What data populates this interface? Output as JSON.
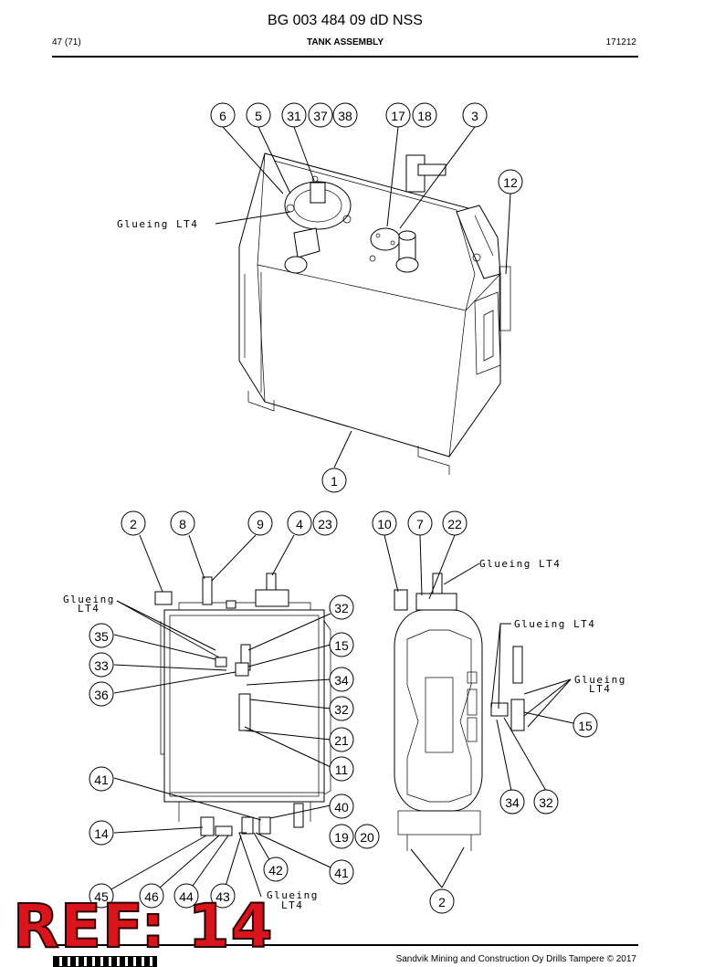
{
  "header": {
    "doc_number": "BG 003 484 09 dD NSS",
    "page": "47 (71)",
    "section_title": "TANK ASSEMBLY",
    "date_code": "171212"
  },
  "footer": {
    "copyright": "Sandvik Mining and Construction Oy Drills Tampere © 2017"
  },
  "stamp": {
    "text": "REF: 14",
    "color": "#d9141b"
  },
  "notes": {
    "glueing": "Glueing LT4",
    "glueing_line1": "Glueing",
    "glueing_line2": "LT4"
  },
  "callouts": {
    "top_view": [
      "6",
      "5",
      "31",
      "37",
      "38",
      "17",
      "18",
      "3",
      "12",
      "1"
    ],
    "front_view": [
      "2",
      "8",
      "9",
      "4",
      "23",
      "32",
      "35",
      "15",
      "33",
      "36",
      "34",
      "32",
      "21",
      "11",
      "41",
      "40",
      "14",
      "19",
      "20",
      "42",
      "41",
      "45",
      "46",
      "44",
      "43"
    ],
    "side_view": [
      "10",
      "7",
      "22",
      "15",
      "34",
      "32",
      "2"
    ]
  }
}
